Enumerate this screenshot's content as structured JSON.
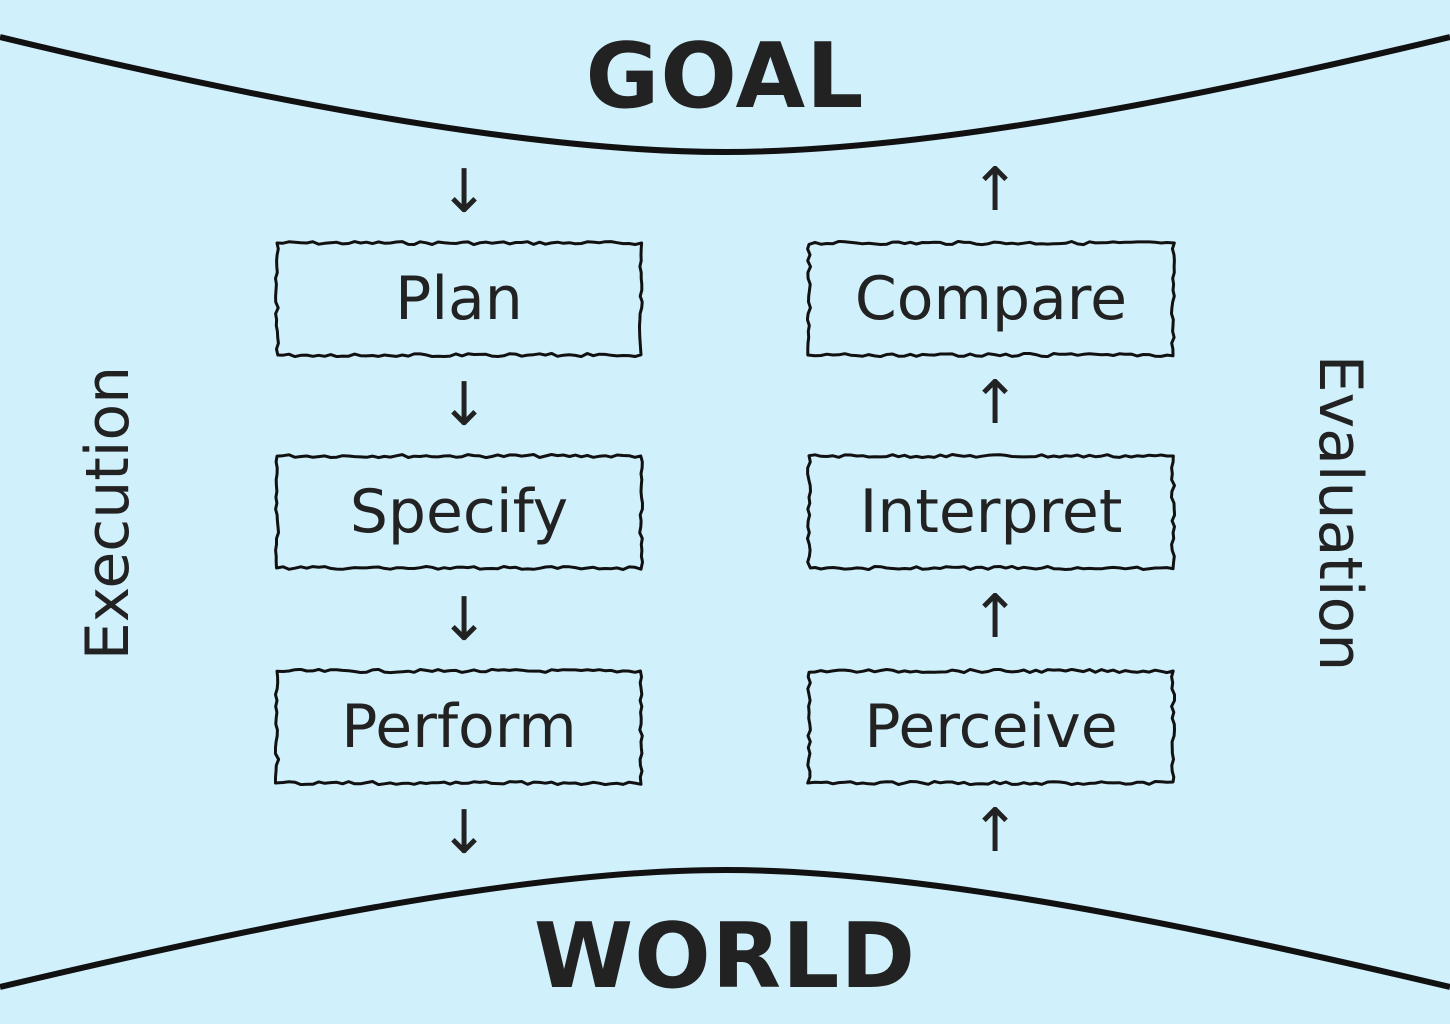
{
  "goal": "GOAL",
  "world": "WORLD",
  "execution": "Execution",
  "evaluation": "Evaluation",
  "execution_steps": [
    "Plan",
    "Specify",
    "Perform"
  ],
  "evaluation_steps": [
    "Compare",
    "Interpret",
    "Perceive"
  ],
  "arrow_down": "↓",
  "arrow_up": "↑",
  "colors": {
    "background": "#d0f0fc",
    "ink": "#222222",
    "stroke": "#111111"
  }
}
